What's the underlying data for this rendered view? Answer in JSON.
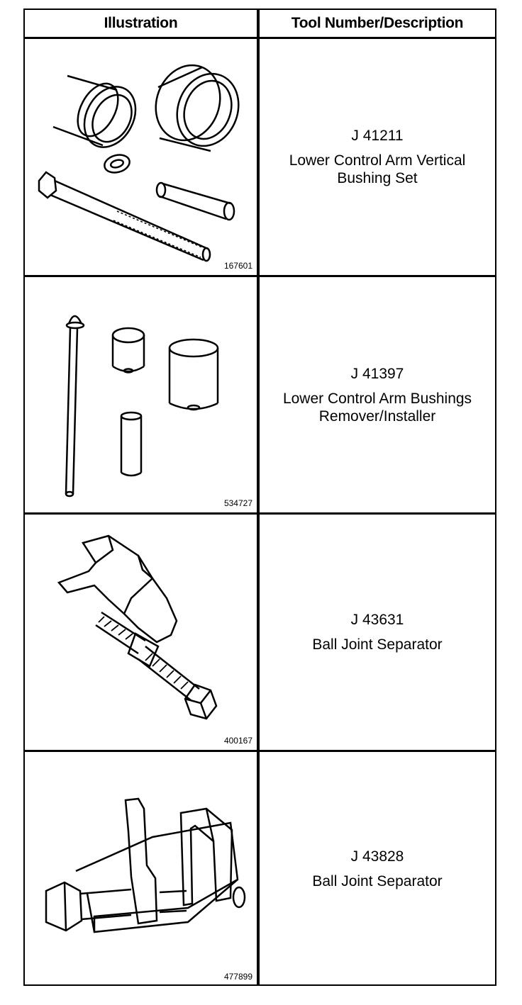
{
  "table": {
    "headers": {
      "illustration": "Illustration",
      "description": "Tool Number/Description"
    },
    "rows": [
      {
        "figure_id": "167601",
        "tool_number": "J 41211",
        "description": "Lower Control Arm Vertical\nBushing Set"
      },
      {
        "figure_id": "534727",
        "tool_number": "J 41397",
        "description": "Lower Control Arm Bushings\nRemover/Installer"
      },
      {
        "figure_id": "400167",
        "tool_number": "J 43631",
        "description": "Ball Joint Separator"
      },
      {
        "figure_id": "477899",
        "tool_number": "J 43828",
        "description": "Ball Joint Separator"
      }
    ]
  }
}
